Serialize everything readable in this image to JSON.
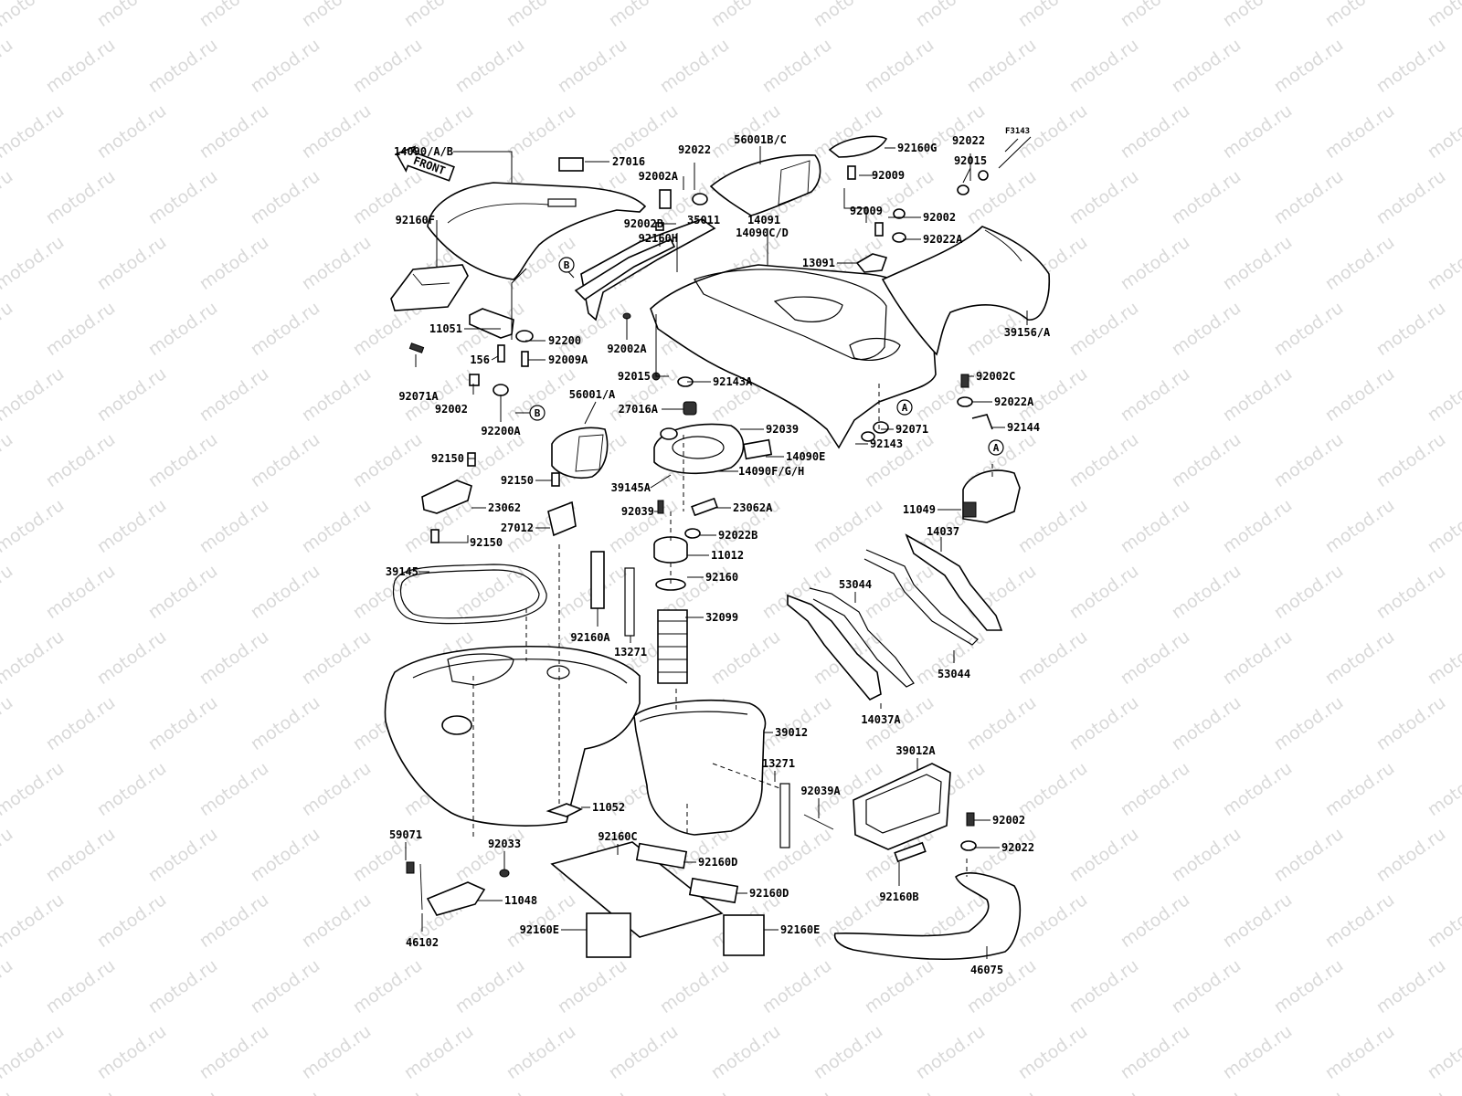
{
  "watermark": "motod.ru",
  "figure_code": "F3143",
  "front_arrow_label": "FRONT",
  "ref_markers": [
    "A",
    "B"
  ],
  "labels": [
    {
      "text": "14090/A/B"
    },
    {
      "text": "27016"
    },
    {
      "text": "92160F"
    },
    {
      "text": "11051"
    },
    {
      "text": "156"
    },
    {
      "text": "92071A"
    },
    {
      "text": "92002"
    },
    {
      "text": "92200A"
    },
    {
      "text": "92200"
    },
    {
      "text": "92009A"
    },
    {
      "text": "92022"
    },
    {
      "text": "92002A"
    },
    {
      "text": "92002B"
    },
    {
      "text": "92160H"
    },
    {
      "text": "35011"
    },
    {
      "text": "56001B/C"
    },
    {
      "text": "14091"
    },
    {
      "text": "14090C/D"
    },
    {
      "text": "92160G"
    },
    {
      "text": "92009"
    },
    {
      "text": "92022"
    },
    {
      "text": "92015"
    },
    {
      "text": "92002"
    },
    {
      "text": "92009"
    },
    {
      "text": "13091"
    },
    {
      "text": "92022A"
    },
    {
      "text": "39156/A"
    },
    {
      "text": "92002A"
    },
    {
      "text": "92015"
    },
    {
      "text": "92143A"
    },
    {
      "text": "56001/A"
    },
    {
      "text": "27016A"
    },
    {
      "text": "92039"
    },
    {
      "text": "14090E"
    },
    {
      "text": "14090F/G/H"
    },
    {
      "text": "39145A"
    },
    {
      "text": "92071"
    },
    {
      "text": "92143"
    },
    {
      "text": "92002C"
    },
    {
      "text": "92022A"
    },
    {
      "text": "92144"
    },
    {
      "text": "11049"
    },
    {
      "text": "92150"
    },
    {
      "text": "92150"
    },
    {
      "text": "23062"
    },
    {
      "text": "27012"
    },
    {
      "text": "92150"
    },
    {
      "text": "92039"
    },
    {
      "text": "23062A"
    },
    {
      "text": "92022B"
    },
    {
      "text": "11012"
    },
    {
      "text": "92160"
    },
    {
      "text": "39145"
    },
    {
      "text": "32099"
    },
    {
      "text": "92160A"
    },
    {
      "text": "13271"
    },
    {
      "text": "14037"
    },
    {
      "text": "53044"
    },
    {
      "text": "53044"
    },
    {
      "text": "14037A"
    },
    {
      "text": "39012"
    },
    {
      "text": "13271"
    },
    {
      "text": "92039A"
    },
    {
      "text": "39012A"
    },
    {
      "text": "11052"
    },
    {
      "text": "59071"
    },
    {
      "text": "92033"
    },
    {
      "text": "92160C"
    },
    {
      "text": "92160D"
    },
    {
      "text": "92160D"
    },
    {
      "text": "92160E"
    },
    {
      "text": "92160E"
    },
    {
      "text": "11048"
    },
    {
      "text": "46102"
    },
    {
      "text": "92002"
    },
    {
      "text": "92022"
    },
    {
      "text": "92160B"
    },
    {
      "text": "46075"
    }
  ]
}
